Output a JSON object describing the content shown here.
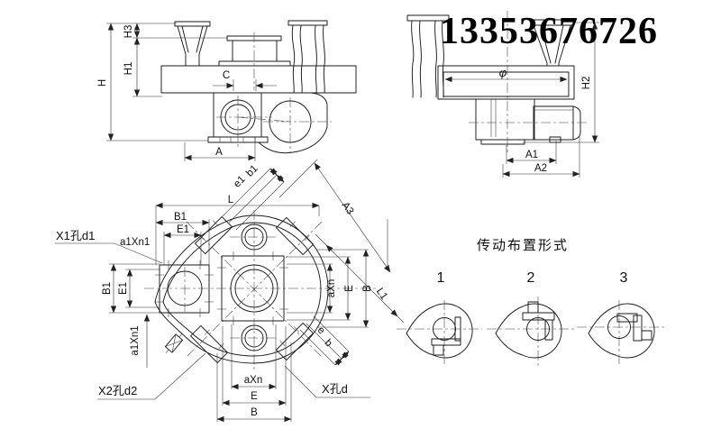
{
  "watermark": {
    "phone": "13353676726"
  },
  "front_view": {
    "dim_H": "H",
    "dim_H3": "H3",
    "dim_H1": "H1",
    "dim_C": "C",
    "dim_A": "A"
  },
  "side_view": {
    "dim_phi": "φ",
    "dim_H2": "H2",
    "dim_A1": "A1",
    "dim_A2": "A2"
  },
  "plan_view": {
    "dim_L": "L",
    "dim_B1_top": "B1",
    "dim_E1_top": "E1",
    "dim_b1": "b1",
    "dim_e1": "e1",
    "dim_A3": "A3",
    "dim_L1": "L1",
    "label_X1_hole": "X1孔d1",
    "label_a1Xn1_top": "a1Xn1",
    "dim_B1_left": "B1",
    "dim_E1_left": "E1",
    "label_a1Xn1_left": "a1Xn1",
    "label_X2_hole": "X2孔d2",
    "dim_aXn_bottom": "aXn",
    "dim_E_bottom": "E",
    "dim_B_bottom": "B",
    "label_X_hole": "X孔d",
    "dim_e": "e",
    "dim_b": "b",
    "dim_aXn_right": "aXn",
    "dim_E_right": "E",
    "dim_B_right": "B"
  },
  "arrangements": {
    "title": "传动布置形式",
    "variants": [
      {
        "label": "1"
      },
      {
        "label": "2"
      },
      {
        "label": "3"
      }
    ]
  }
}
